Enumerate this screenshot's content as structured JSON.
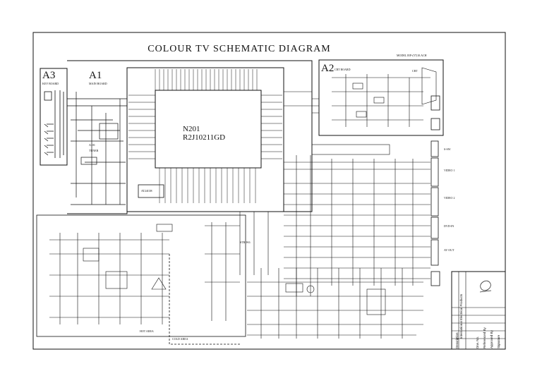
{
  "title": "COLOUR TV  SCHEMATIC DIAGRAM",
  "model": "MODEL IEP-(57)10.ACH",
  "blocks": {
    "a3": {
      "id": "A3",
      "name": "KEY BOARD"
    },
    "a1": {
      "id": "A1",
      "name": "MAIN BOARD"
    },
    "a2": {
      "id": "A2",
      "name": "CRT BOARD"
    }
  },
  "main_ic": {
    "ref": "N201",
    "part": "R2J10211GD"
  },
  "eeprom": "AT24C08",
  "tuner": {
    "ref": "A101",
    "name": "TUNER"
  },
  "crt": "CRT",
  "connectors": [
    "S-SW",
    "VIDEO 1",
    "VIDEO 2",
    "DVD-IN",
    "AV OUT"
  ],
  "areas": {
    "hot": "HOT AREA",
    "cold": "COLD AREA"
  },
  "power_ic": "STR-W6",
  "title_block": {
    "company": "International Electrical Products",
    "rows": [
      "Description",
      "Drw. No.",
      "Referenced By",
      "Approved By",
      "Signature"
    ]
  },
  "colors": {
    "ink": "#111111",
    "paper": "#ffffff"
  }
}
